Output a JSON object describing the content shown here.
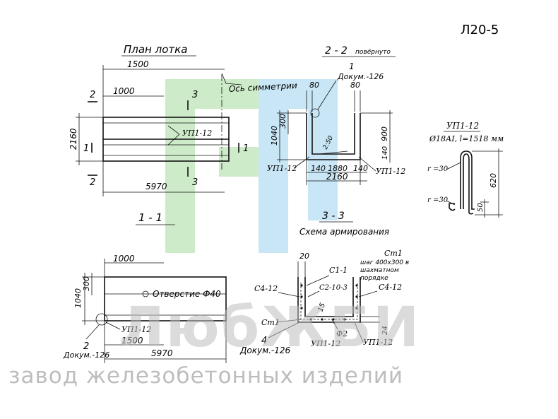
{
  "sheet_code": "Л20-5",
  "plan_view": {
    "title": "План лотка",
    "dim_top_total": "1500",
    "dim_top_inner": "1000",
    "dim_bottom_total": "5970",
    "dim_left_width": "2160",
    "axis_label": "Ось симметрии",
    "bar_label": "УП1-12",
    "section_marks": {
      "s2_top": "2",
      "s2_bottom": "2",
      "s3_top": "3",
      "s3_bottom": "3",
      "s1_left": "1",
      "s1_right": "1"
    }
  },
  "section_2_2": {
    "title": "2 - 2",
    "subtitle": "повёрнуто",
    "callout_num": "1",
    "callout_doc": "Докум.-126",
    "dim_wall_left": "80",
    "dim_wall_right": "80",
    "dim_height_outer": "1040",
    "dim_height_upper": "300",
    "dim_height_right": "900",
    "dim_bottom_thick": "140",
    "dim_slope": "2:50",
    "dim_b1": "140",
    "dim_b2": "1880",
    "dim_b3": "140",
    "dim_total": "2160",
    "bar_left": "УП1-12",
    "bar_right": "УП1-12"
  },
  "bar_detail": {
    "title": "УП1-12",
    "spec": "Ø18АI, l=1518 мм",
    "radius_top": "r =30",
    "radius_bottom": "r =30",
    "dim_height": "620",
    "dim_small": "50"
  },
  "section_1_1": {
    "title": "1 - 1",
    "dim_1000": "1000",
    "dim_300": "300",
    "dim_1040": "1040",
    "hole_label": "Отверстие Ф40",
    "bar_label": "УП1-12",
    "dim_1500": "1500",
    "dim_5970": "5970",
    "callout_num": "2",
    "callout_doc": "Докум.-126"
  },
  "section_3_3": {
    "title": "3 - 3",
    "caption": "Схема армирования",
    "dim_20": "20",
    "ct1_top": "Ст1",
    "step_note_1": "шаг 400х300 в",
    "step_note_2": "шахматном",
    "step_note_3": "порядке",
    "c1_1": "С1-1",
    "c2_10_3": "С2-10-3",
    "c4_12_left": "С4-12",
    "c4_12_right": "С4-12",
    "dim_15": "15",
    "ct1_left": "Ст1",
    "phi2": "Ф2",
    "up_bottom": "УП1-12",
    "up_right": "УП1-12",
    "dim_24": "24",
    "callout_num": "4",
    "callout_doc": "Докум.-126"
  },
  "watermark": {
    "brand": "ЛюбЖБИ",
    "tagline": "завод железобетонных изделий",
    "colors": {
      "green": "#cdebc8",
      "blue": "#c8e6f5",
      "brand_gray": "#bdbdbd"
    }
  }
}
